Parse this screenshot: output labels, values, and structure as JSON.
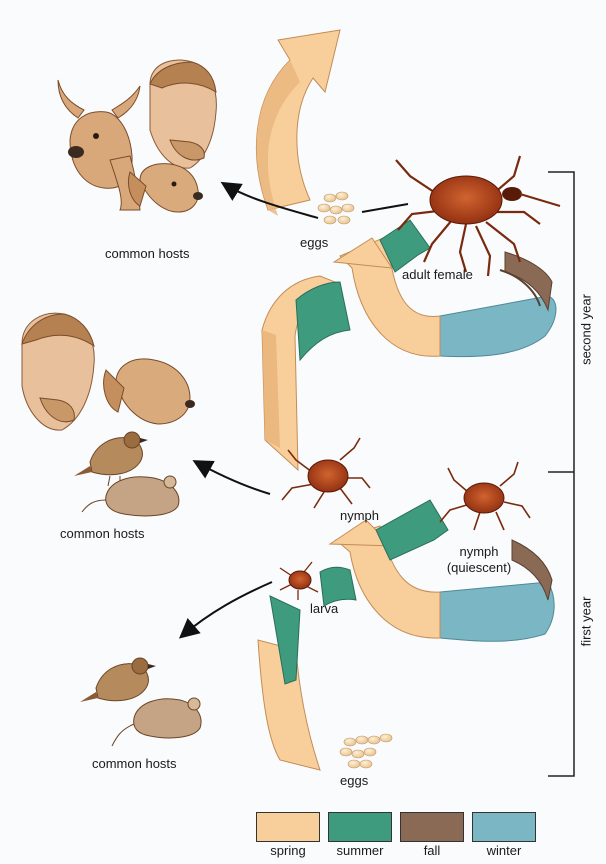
{
  "labels": {
    "eggs_top": "eggs",
    "adult_female": "adult female",
    "common_hosts_1": "common hosts",
    "common_hosts_2": "common hosts",
    "common_hosts_3": "common hosts",
    "nymph": "nymph",
    "nymph_quiescent_1": "nymph",
    "nymph_quiescent_2": "(quiescent)",
    "larva": "larva",
    "eggs_bottom": "eggs"
  },
  "year_brackets": {
    "second_year": "second year",
    "first_year": "first year"
  },
  "legend": [
    {
      "label": "spring",
      "color": "#f8cf9a"
    },
    {
      "label": "summer",
      "color": "#3f9b7e"
    },
    {
      "label": "fall",
      "color": "#8a6a55"
    },
    {
      "label": "winter",
      "color": "#7ab6c3"
    }
  ],
  "icons": [
    "deer-icon",
    "human-icon",
    "dog-icon",
    "bird-icon",
    "mouse-icon",
    "tick-adult-icon",
    "tick-nymph-icon",
    "tick-larva-icon",
    "eggs-icon"
  ]
}
